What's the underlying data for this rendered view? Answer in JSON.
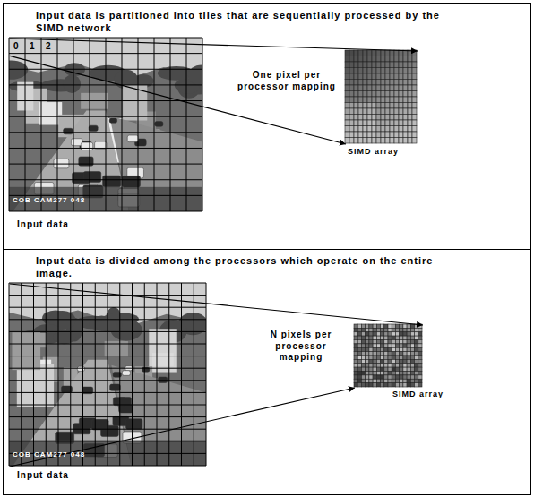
{
  "diagram": {
    "nodes": [
      {
        "text": [
          "Input data is partitioned into tiles that are sequentially processed by the SIMD network"
        ]
      },
      {
        "text": [
          "Input data"
        ],
        "in": 0
      },
      {
        "text": [
          "SIMD array"
        ],
        "in": 0
      },
      {
        "text": [
          "Input data is divided among the processors which operate on the entire image."
        ]
      },
      {
        "text": [
          "Input data"
        ],
        "in": 3
      },
      {
        "text": [
          "SIMD array"
        ],
        "in": 3
      }
    ],
    "edges": [
      {
        "from": 1,
        "to": 2,
        "arrow": "to"
      },
      {
        "from": 1,
        "to": 2,
        "arrow": "to"
      },
      {
        "from": 4,
        "to": 5,
        "arrow": "to"
      },
      {
        "from": 4,
        "to": 5,
        "arrow": "to"
      }
    ],
    "labels": [
      "0",
      "1",
      "2",
      "One pixel per processor mapping",
      "COB CAM277 048",
      "N pixels per processor mapping",
      "COB CAM277 048"
    ]
  }
}
